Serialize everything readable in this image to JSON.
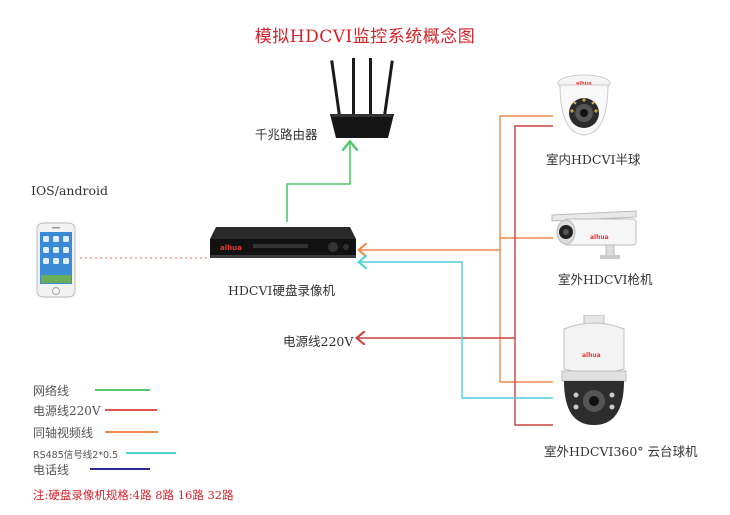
{
  "title": "模拟HDCVI监控系统概念图",
  "nodes": {
    "router": "千兆路由器",
    "client": "IOS/android",
    "dvr": "HDCVI硬盘录像机",
    "power": "电源线220V",
    "dome_camera": "室内HDCVI半球",
    "bullet_camera": "室外HDCVI枪机",
    "ptz_camera": "室外HDCVI360° 云台球机"
  },
  "legend": [
    {
      "label": "网络线",
      "color": "#52c86a"
    },
    {
      "label": "电源线220V",
      "color": "#e0534d"
    },
    {
      "label": "同轴视频线",
      "color": "#ec8a4e"
    },
    {
      "label": "RS485信号线2*0.5",
      "color": "#4ed0d8"
    },
    {
      "label": "电话线",
      "color": "#2b2b8f"
    }
  ],
  "note": "注:硬盘录像机规格:4路 8路 16路 32路",
  "brand": "alhua"
}
